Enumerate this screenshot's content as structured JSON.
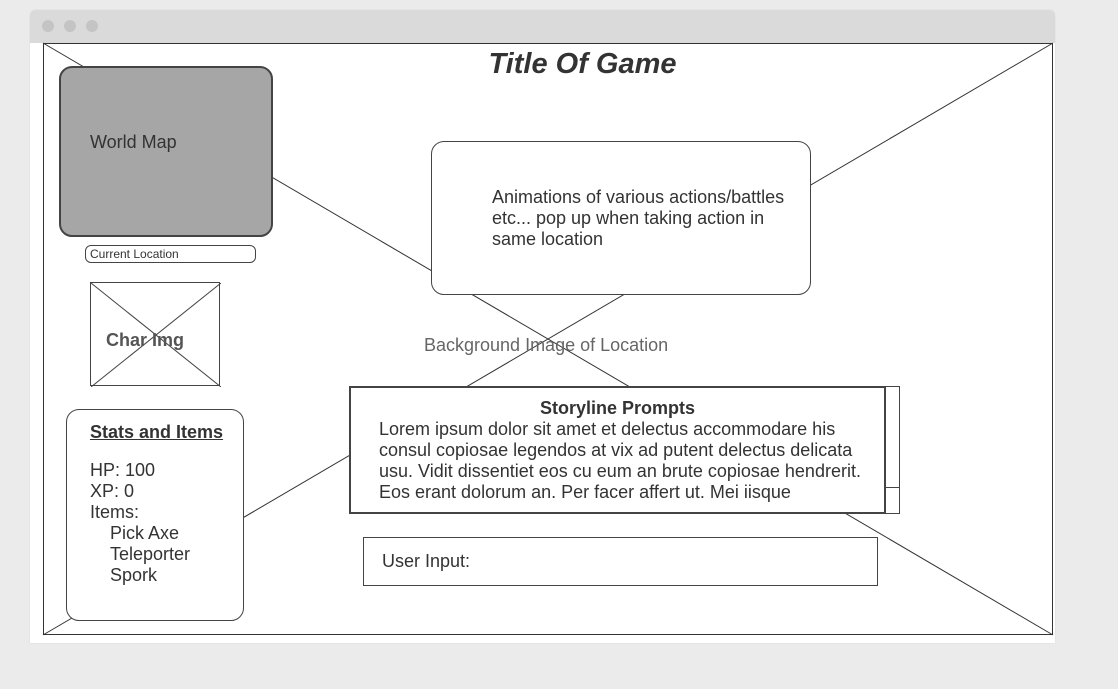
{
  "window": {
    "controls": [
      "close-dot",
      "minimize-dot",
      "maximize-dot"
    ]
  },
  "game": {
    "title": "Title Of Game"
  },
  "world_map": {
    "label": "World Map",
    "current_location": "Current Location"
  },
  "character": {
    "image_label": "Char Img"
  },
  "stats": {
    "title": "Stats and Items",
    "hp": "HP: 100",
    "xp": "XP: 0",
    "items_label": "Items:",
    "items": [
      "Pick Axe",
      "Teleporter",
      "Spork"
    ]
  },
  "animations": {
    "text": "Animations of various actions/battles etc... pop up when taking action in same location"
  },
  "background": {
    "label": "Background Image of Location"
  },
  "storyline": {
    "title": "Storyline Prompts",
    "text": "Lorem ipsum dolor sit amet et delectus accommodare his consul copiosae legendos at vix ad putent delectus delicata usu. Vidit dissentiet eos cu eum an brute copiosae hendrerit. Eos erant dolorum an. Per facer affert ut. Mei iisque"
  },
  "user_input": {
    "label": "User Input:"
  }
}
